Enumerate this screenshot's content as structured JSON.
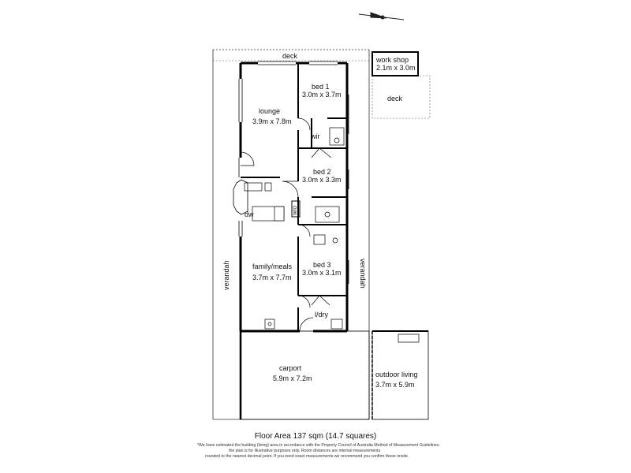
{
  "rooms": {
    "workshop": {
      "name": "work shop",
      "size": "2.1m x 3.0m"
    },
    "deck_top": {
      "name": "deck"
    },
    "deck_side": {
      "name": "deck"
    },
    "bed1": {
      "name": "bed 1",
      "size": "3.0m x 3.7m"
    },
    "lounge": {
      "name": "lounge",
      "size": "3.9m x 7.8m"
    },
    "wir": {
      "name": "wir"
    },
    "bed2": {
      "name": "bed 2",
      "size": "3.0m x 3.3m"
    },
    "wio": {
      "name": "WIO"
    },
    "dw": {
      "name": "dw"
    },
    "family": {
      "name": "family/meals",
      "size": "3.7m x 7.7m"
    },
    "bed3": {
      "name": "bed 3",
      "size": "3.0m x 3.1m"
    },
    "ldry": {
      "name": "l/dry"
    },
    "verandah_left": {
      "name": "verandah"
    },
    "verandah_right": {
      "name": "verandah"
    },
    "carport": {
      "name": "carport",
      "size": "5.9m x 7.2m"
    },
    "outdoor": {
      "name": "outdoor living",
      "size": "3.7m x 5.9m"
    }
  },
  "floor_area": "Floor Area 137 sqm (14.7 squares)",
  "disclaimer": [
    "*We have estimated the building (living) area in accordance with the Property Council of Australia Method of Measurement Guidelines.",
    "the plan is for illustrative purposes only. Room distances are internal measurements",
    "rounded to the nearest decimal point. If you need exact measurements we recommend you confirm these onsite."
  ],
  "compass_icon": "north-arrow-icon"
}
